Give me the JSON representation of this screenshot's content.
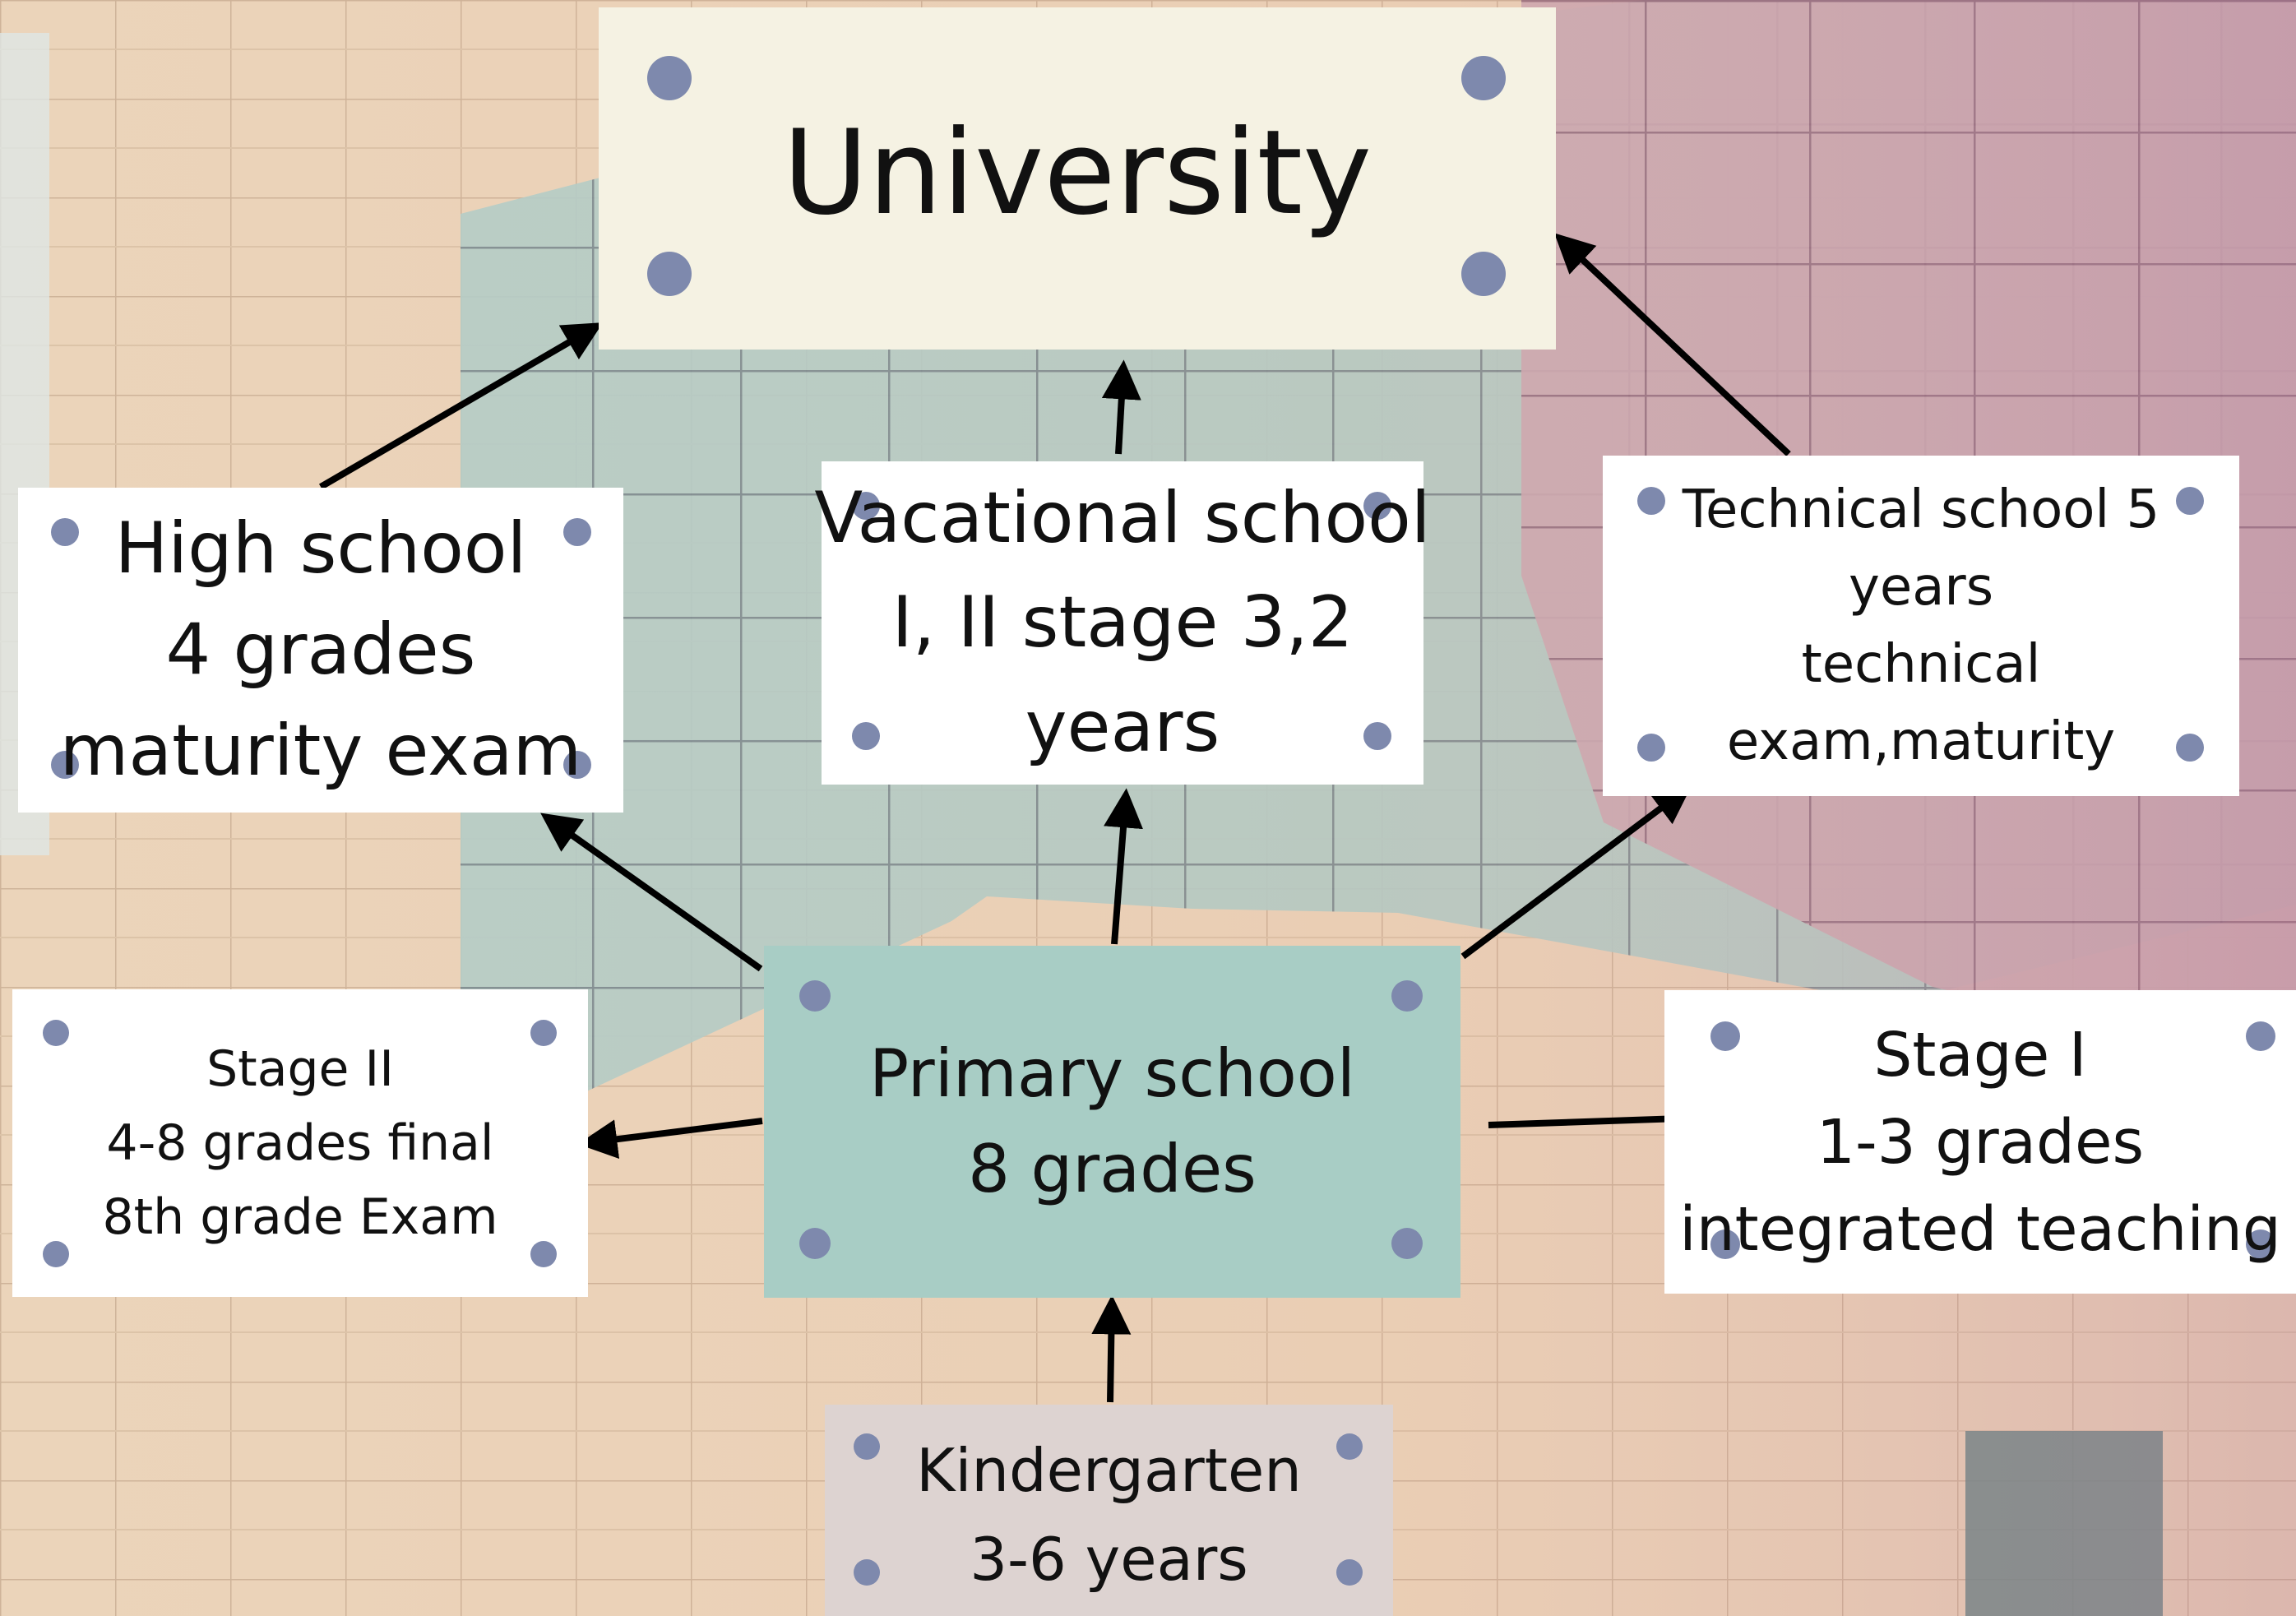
{
  "colors": {
    "dot": "#7e89ad",
    "arrow": "#000000",
    "university_fill": "#f5f2e3",
    "box_fill": "#ffffff",
    "primary_fill": "#a8cdc5",
    "kindergarten_fill": "#ddd3d1"
  },
  "background": "photo of a modern glass and beige tile building facade with a pink-purple tint",
  "nodes": {
    "university": "University",
    "high_school": "High school\n4 grades\nmaturity exam",
    "vocational_school": "Vacational school\nI, II stage 3,2\nyears",
    "technical_school": "Technical school 5\nyears\ntechnical\nexam,maturity",
    "stage_2": "Stage II\n4-8 grades final\n8th grade Exam",
    "primary_school": "Primary school\n8 grades",
    "stage_1": "Stage I\n1-3 grades\nintegrated teaching",
    "kindergarten": "Kindergarten\n3-6 years"
  },
  "edges": [
    {
      "from": "kindergarten",
      "to": "primary_school"
    },
    {
      "from": "primary_school",
      "to": "high_school"
    },
    {
      "from": "primary_school",
      "to": "vocational_school"
    },
    {
      "from": "primary_school",
      "to": "technical_school"
    },
    {
      "from": "primary_school",
      "to": "stage_2"
    },
    {
      "from": "primary_school",
      "to": "stage_1"
    },
    {
      "from": "high_school",
      "to": "university"
    },
    {
      "from": "vocational_school",
      "to": "university"
    },
    {
      "from": "technical_school",
      "to": "university"
    }
  ]
}
